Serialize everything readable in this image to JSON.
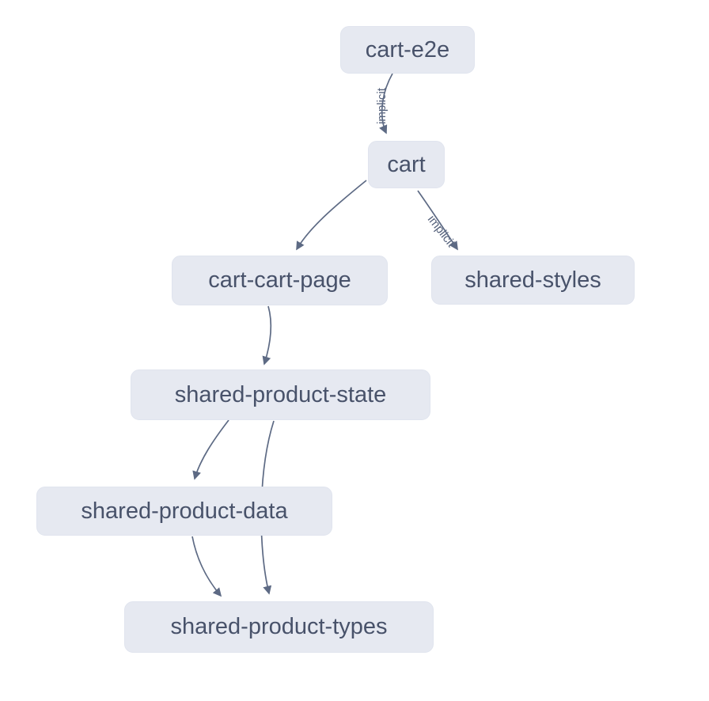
{
  "diagram": {
    "kind": "project-dependency-graph",
    "background": "#ffffff",
    "colors": {
      "node_fill": "#e6e9f1",
      "node_border": "#e0e4ee",
      "node_text": "#48526a",
      "edge": "#5d6a84",
      "edge_label": "#56627c"
    },
    "nodes": [
      {
        "id": "cart-e2e",
        "label": "cart-e2e"
      },
      {
        "id": "cart",
        "label": "cart"
      },
      {
        "id": "cart-cart-page",
        "label": "cart-cart-page"
      },
      {
        "id": "shared-styles",
        "label": "shared-styles"
      },
      {
        "id": "shared-product-state",
        "label": "shared-product-state"
      },
      {
        "id": "shared-product-data",
        "label": "shared-product-data"
      },
      {
        "id": "shared-product-types",
        "label": "shared-product-types"
      }
    ],
    "edges": [
      {
        "source": "cart-e2e",
        "target": "cart",
        "label": "implicit"
      },
      {
        "source": "cart",
        "target": "cart-cart-page",
        "label": ""
      },
      {
        "source": "cart",
        "target": "shared-styles",
        "label": "implicit"
      },
      {
        "source": "cart-cart-page",
        "target": "shared-product-state",
        "label": ""
      },
      {
        "source": "shared-product-state",
        "target": "shared-product-data",
        "label": ""
      },
      {
        "source": "shared-product-state",
        "target": "shared-product-types",
        "label": ""
      },
      {
        "source": "shared-product-data",
        "target": "shared-product-types",
        "label": ""
      }
    ]
  }
}
